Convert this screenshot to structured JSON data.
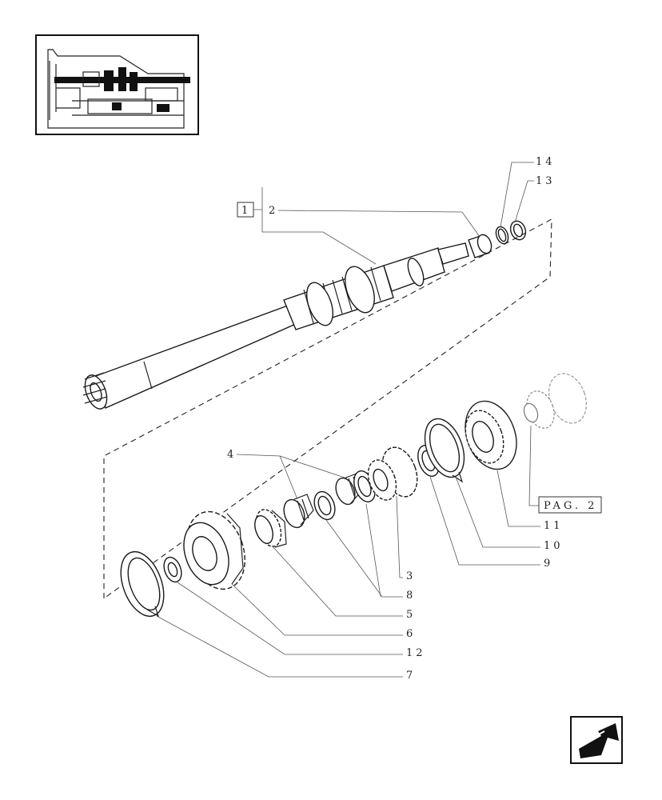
{
  "page": {
    "background": "#ffffff",
    "ink": "#1a1a1a"
  },
  "labels": {
    "ref_box": "1",
    "part_2": "2",
    "part_14": "14",
    "part_13": "13",
    "part_4": "4",
    "part_3": "3",
    "part_8": "8",
    "part_5": "5",
    "part_6": "6",
    "part_12": "12",
    "part_7": "7",
    "part_9": "9",
    "part_10": "10",
    "part_11": "11",
    "page_ref": "PAG. 2"
  },
  "icons": {
    "thumbnail": "transmission-section-thumbnail",
    "nav": "arrow-back-icon"
  }
}
